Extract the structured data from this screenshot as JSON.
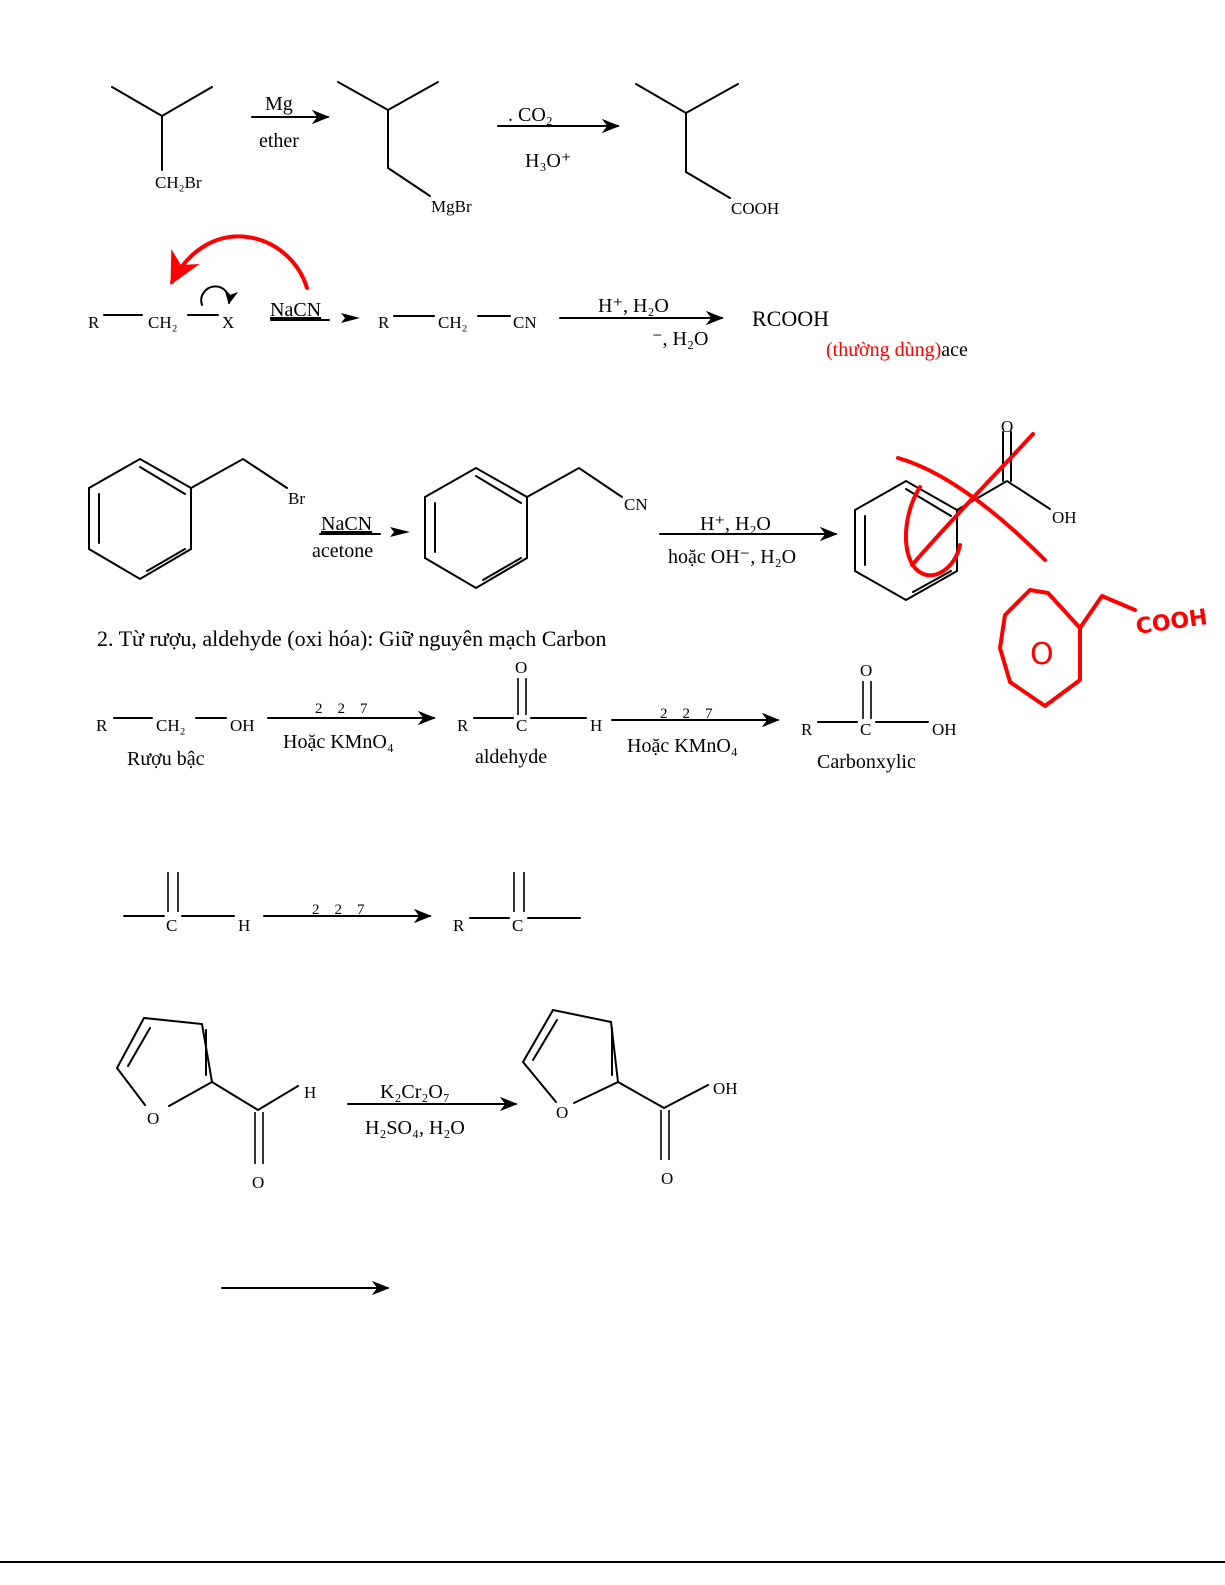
{
  "reaction1": {
    "start_label": "CH₂Br",
    "reagent_top": "Mg",
    "reagent_bottom": "ether",
    "intermediate_label": "MgBr",
    "step2_top": ". CO₂",
    "step2_bottom": "H₃O⁺",
    "product_label": "COOH"
  },
  "reaction2": {
    "r": "R",
    "ch2": "CH₂",
    "x": "X",
    "reagent": "NaCN",
    "nitrile_r": "R",
    "nitrile_ch2": "CH₂",
    "nitrile_cn": "CN",
    "hydrolysis_top": "H⁺, H₂O",
    "hydrolysis_bottom": "⁻, H₂O",
    "product": "RCOOH",
    "note_red": "(thường dùng)",
    "note_black": "ace"
  },
  "reaction3": {
    "leaving_group": "Br",
    "reagent_top": "NaCN",
    "reagent_bottom": "acetone",
    "nitrile": "CN",
    "hydrolysis_top": "H⁺, H₂O",
    "hydrolysis_bottom": "hoặc OH⁻, H₂O",
    "carbonyl_o": "O",
    "hydroxyl": "OH",
    "handwritten_ring": "O",
    "handwritten_group": "COOH"
  },
  "section2_heading": "2. Từ rượu, aldehyde (oxi hóa): Giữ nguyên mạch Carbon",
  "oxidation": {
    "alcohol_r": "R",
    "alcohol_ch2": "CH₂",
    "alcohol_oh": "OH",
    "alcohol_name": "Rượu bậc",
    "arrow1_top": "2    2    7",
    "arrow1_bottom": "Hoặc KMnO₄",
    "aldehyde_o": "O",
    "aldehyde_r": "R",
    "aldehyde_c": "C",
    "aldehyde_h": "H",
    "aldehyde_name": "aldehyde",
    "arrow2_top": "2    2    7",
    "arrow2_bottom": "Hoặc KMnO₄",
    "acid_o": "O",
    "acid_r": "R",
    "acid_c": "C",
    "acid_oh": "OH",
    "acid_name": "Carbonxylic"
  },
  "ketone_row": {
    "left_c": "C",
    "left_h": "H",
    "arrow_top": "2    2    7",
    "right_r": "R",
    "right_c": "C"
  },
  "furan": {
    "ring_o_left": "O",
    "aldehyde_h": "H",
    "aldehyde_o": "O",
    "reagent_top": "K₂Cr₂O₇",
    "reagent_bottom": "H₂SO₄, H₂O",
    "ring_o_right": "O",
    "acid_oh": "OH",
    "acid_o": "O"
  }
}
